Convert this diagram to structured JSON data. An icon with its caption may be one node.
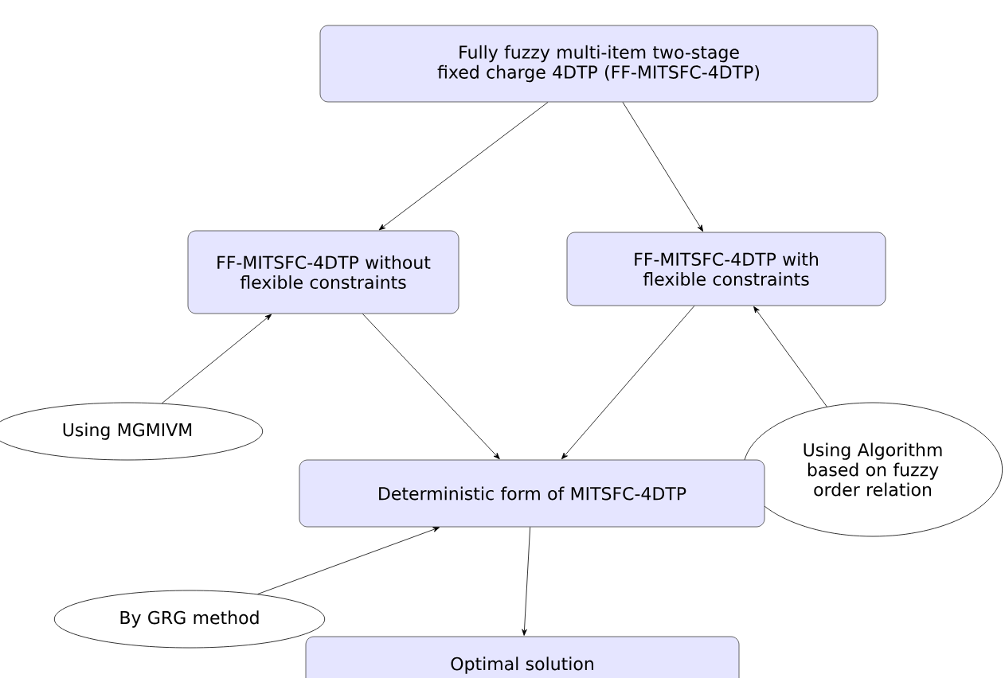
{
  "diagram": {
    "nodes": [
      {
        "text": [
          "Fully fuzzy multi-item two-stage fixed charge 4DTP (FF-MITSFC-4DTP)"
        ]
      },
      {
        "text": [
          "FF-MITSFC-4DTP without flexible constraints"
        ]
      },
      {
        "text": [
          "FF-MITSFC-4DTP with flexible constraints"
        ]
      },
      {
        "text": [
          "Using MGMIVM"
        ]
      },
      {
        "text": [
          "Using Algorithm based on fuzzy order relation"
        ]
      },
      {
        "text": [
          "Deterministic form of MITSFC-4DTP"
        ]
      },
      {
        "text": [
          "By GRG method"
        ]
      },
      {
        "text": [
          "Optimal solution"
        ]
      }
    ],
    "edges": [
      {
        "from": 0,
        "to": 1,
        "arrow": "to"
      },
      {
        "from": 0,
        "to": 2,
        "arrow": "to"
      },
      {
        "from": 3,
        "to": 1,
        "arrow": "to"
      },
      {
        "from": 4,
        "to": 2,
        "arrow": "to"
      },
      {
        "from": 1,
        "to": 5,
        "arrow": "to"
      },
      {
        "from": 2,
        "to": 5,
        "arrow": "to"
      },
      {
        "from": 6,
        "to": 5,
        "arrow": "to"
      },
      {
        "from": 5,
        "to": 7,
        "arrow": "to"
      }
    ]
  }
}
